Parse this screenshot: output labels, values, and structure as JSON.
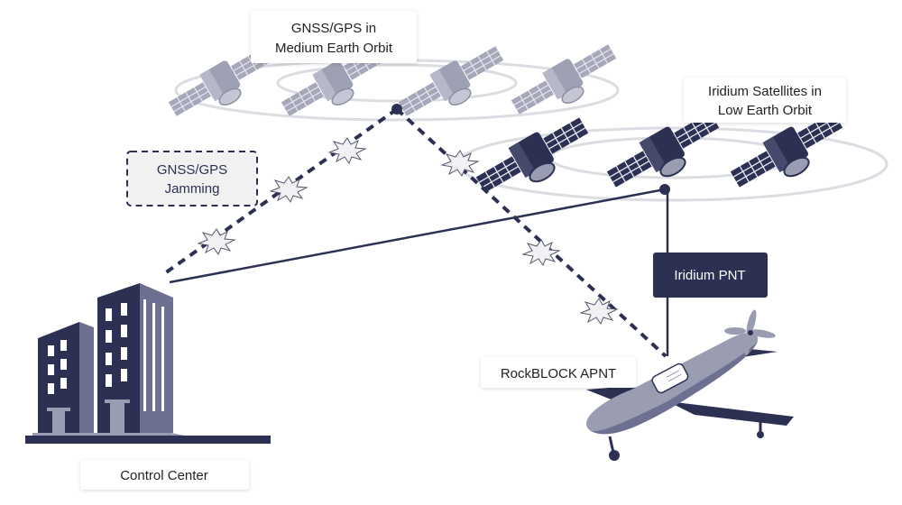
{
  "labels": {
    "gnss_line1": "GNSS/GPS in",
    "gnss_line2": "Medium Earth Orbit",
    "iridium_line1": "Iridium Satellites in",
    "iridium_line2": "Low Earth Orbit",
    "jamming_line1": "GNSS/GPS",
    "jamming_line2": "Jamming",
    "iridium_pnt": "Iridium PNT",
    "rockblock": "RockBLOCK APNT",
    "control_center": "Control Center"
  },
  "colors": {
    "navy": "#2c3153",
    "gray": "#9a9db2",
    "light_gray": "#c9cad6",
    "box_bg": "#f1f1f1"
  }
}
